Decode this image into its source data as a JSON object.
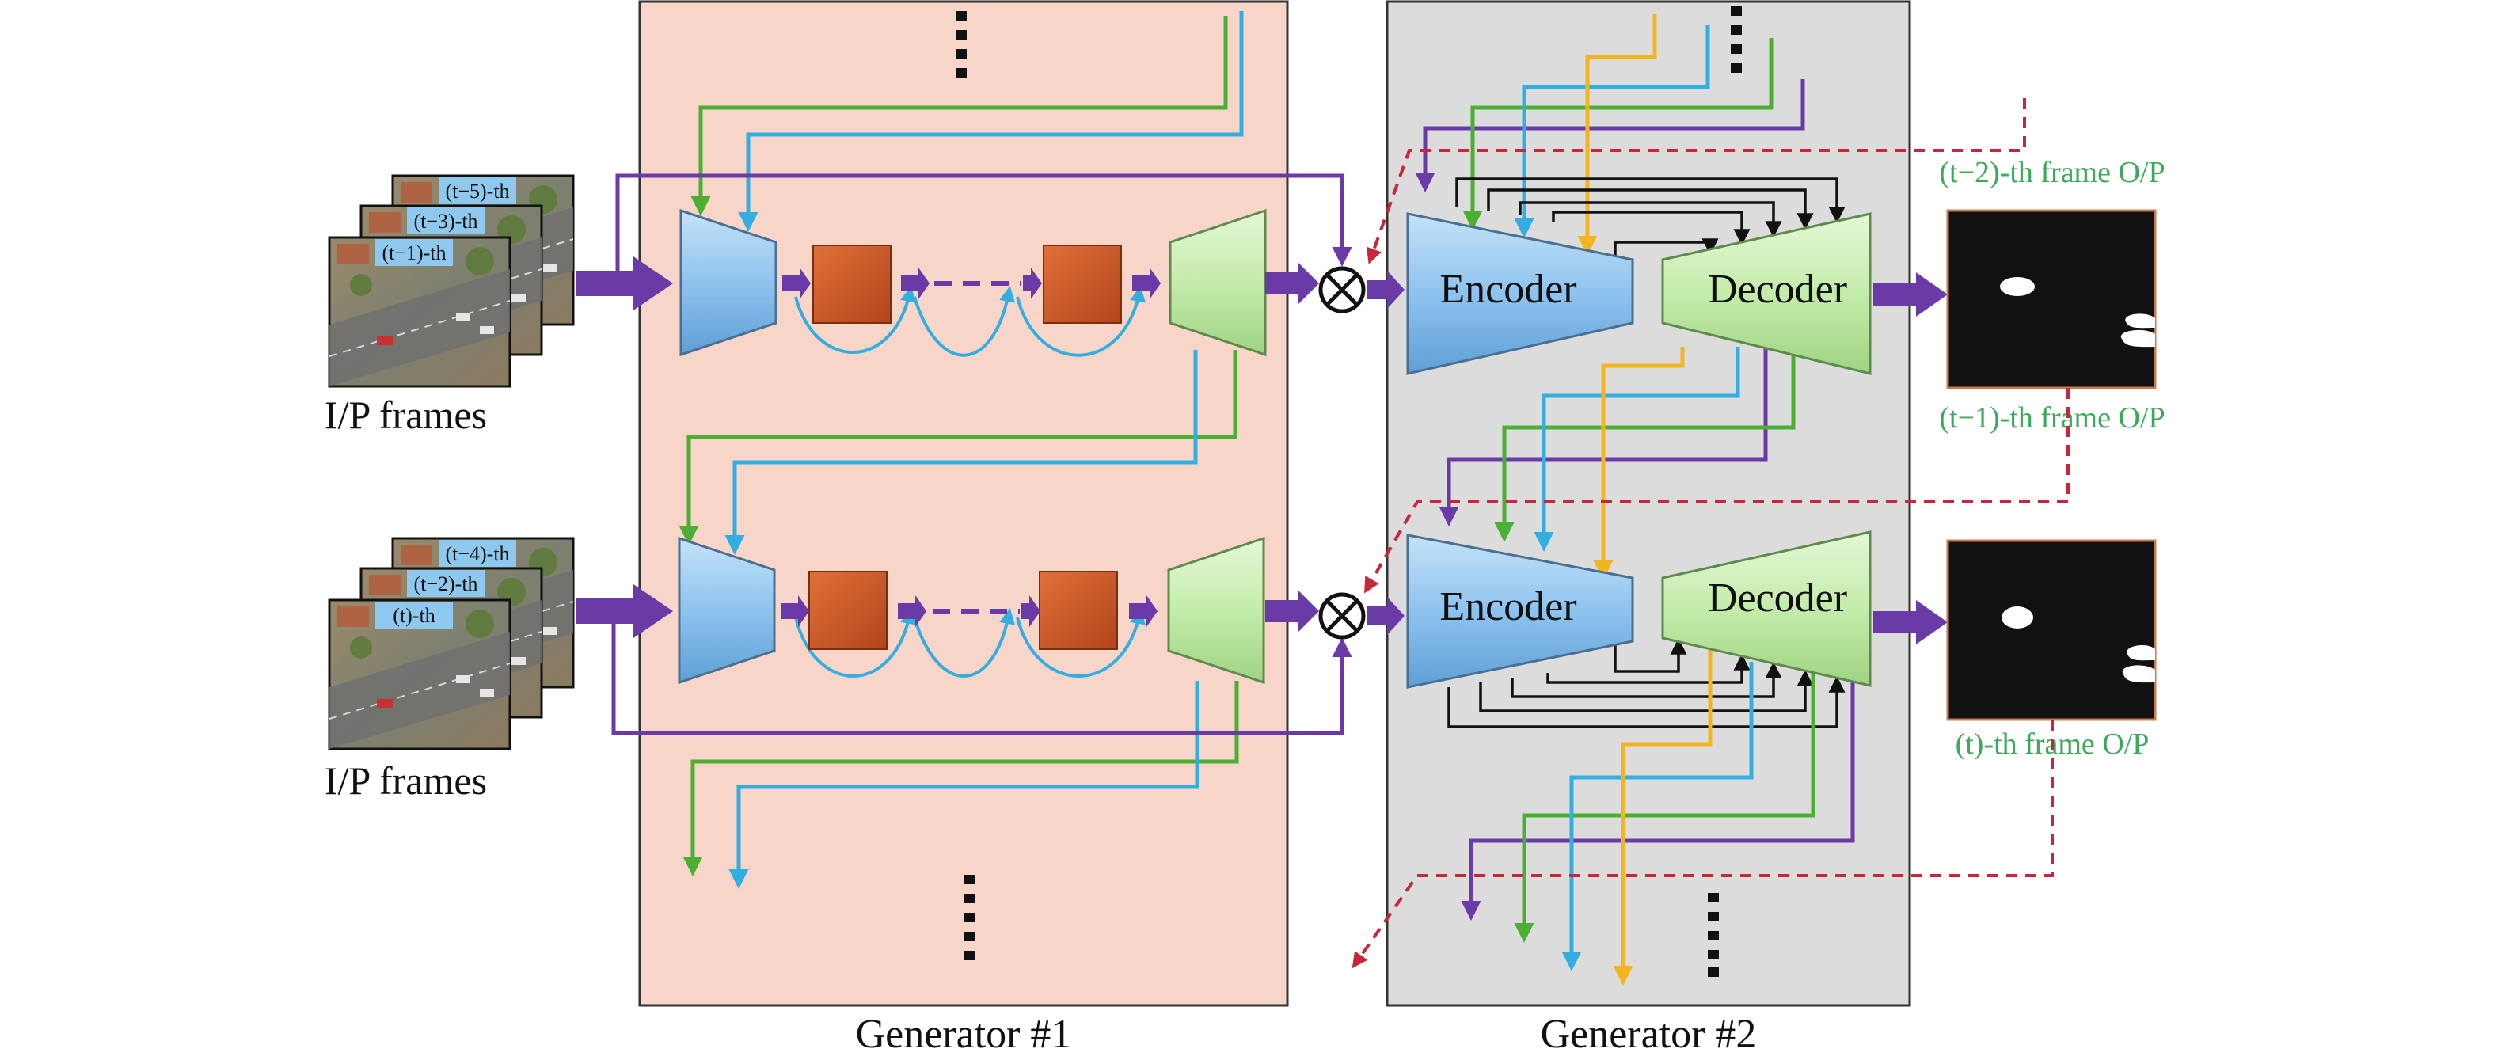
{
  "generator1": {
    "label": "Generator #1"
  },
  "generator2": {
    "label": "Generator #2"
  },
  "inputs": {
    "top": {
      "caption": "I/P frames",
      "frame_labels": [
        "(t−5)-th",
        "(t−3)-th",
        "(t−1)-th"
      ]
    },
    "bottom": {
      "caption": "I/P frames",
      "frame_labels": [
        "(t−4)-th",
        "(t−2)-th",
        "(t)-th"
      ]
    }
  },
  "gen2_blocks": {
    "encoder_label": "Encoder",
    "decoder_label": "Decoder"
  },
  "outputs": [
    {
      "label": "(t−2)-th frame O/P"
    },
    {
      "label": "(t−1)-th frame O/P"
    },
    {
      "label": "(t)-th frame O/P"
    }
  ],
  "colors": {
    "gen1_bg": "#f7d5c8",
    "gen2_bg": "#dcdcdc",
    "purple": "#6a3aa7",
    "green": "#4caf34",
    "blue": "#33aee0",
    "orange": "#f2b51f",
    "red_dashed": "#c8263a",
    "output_label": "#3aaa5a",
    "encoder_fill": "#9ccbf0",
    "decoder_fill": "#c6ecb0",
    "resblock_fill": "#c9521e"
  }
}
